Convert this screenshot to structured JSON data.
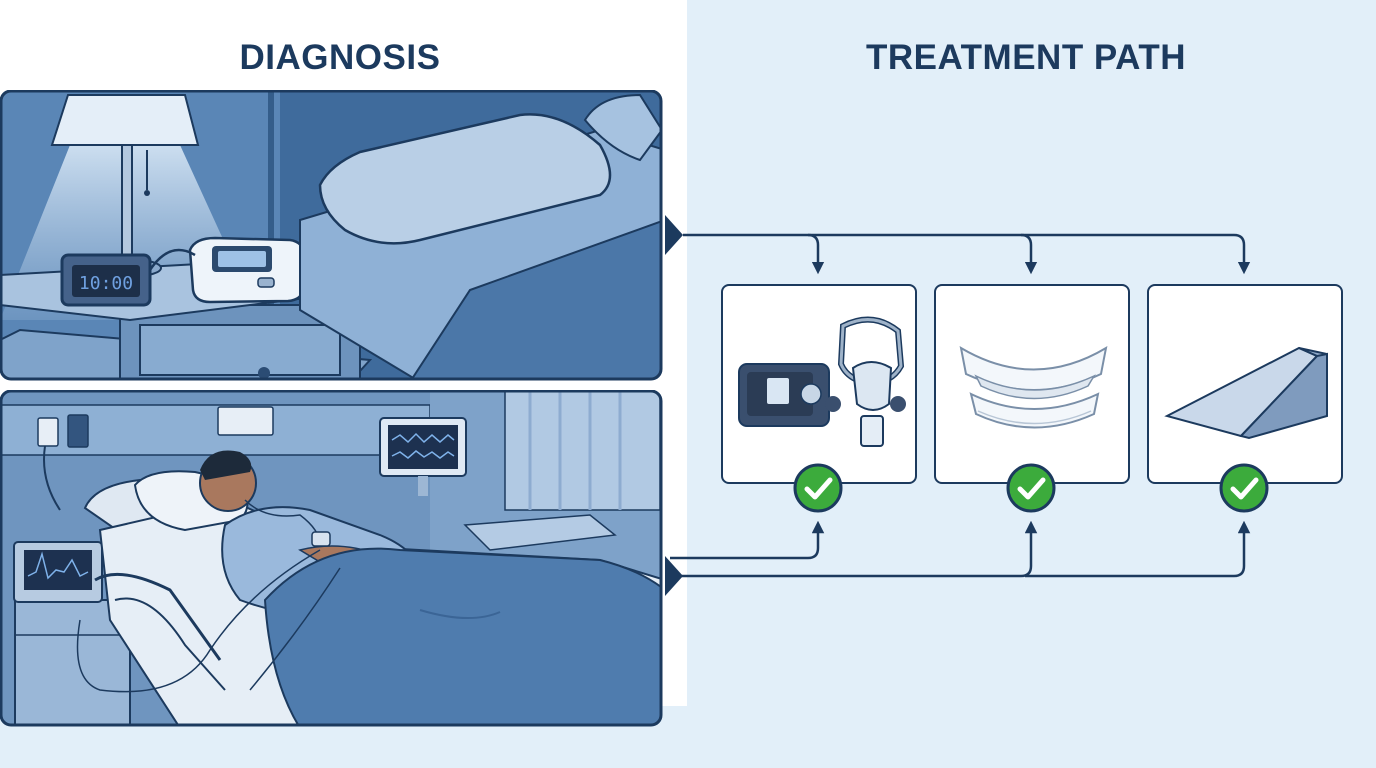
{
  "diagram": {
    "diagnosis_title": "DIAGNOSIS",
    "treatment_title": "TREATMENT PATH",
    "clock_display": "10:00",
    "treatments": [
      {
        "icon": "cpap-machine-mask-icon",
        "status_icon": "check-circle-icon"
      },
      {
        "icon": "oral-appliance-icon",
        "status_icon": "check-circle-icon"
      },
      {
        "icon": "wedge-pillow-icon",
        "status_icon": "check-circle-icon"
      }
    ]
  },
  "colors": {
    "navy": "#1c3a5e",
    "scene_blue": "#4a77a8",
    "panel_bg": "#e2eff9",
    "check_green": "#3cab3c"
  }
}
